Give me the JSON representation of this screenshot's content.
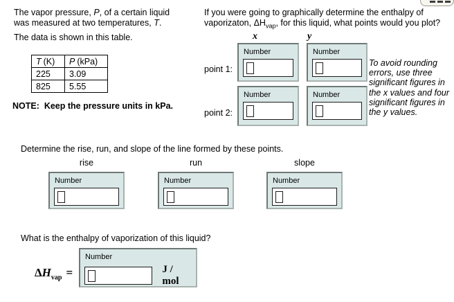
{
  "shared": {
    "number_label": "Number"
  },
  "intro": {
    "l1_pre": "The vapor pressure, ",
    "l1_var": "P",
    "l1_post": ", of a certain liquid",
    "l2_pre": "was measured at two temperatures, ",
    "l2_var": "T",
    "l2_post": ".",
    "table_caption": "The data is shown in this table."
  },
  "data_table": {
    "col1_sym": "T",
    "col1_unit": "(K)",
    "col2_sym": "P",
    "col2_unit": "(kPa)",
    "rows": [
      [
        "225",
        "3.09"
      ],
      [
        "825",
        "5.55"
      ]
    ]
  },
  "note": "NOTE:  Keep the pressure units in kPa.",
  "plot_q": {
    "line1": "If you were going to graphically determine the enthalpy of",
    "l2_pre": "vaporizaton, ",
    "l2_dh": "ΔH",
    "l2_sub": "vap",
    "l2_post": ", for this liquid, what points would you plot?",
    "x_header": "x",
    "y_header": "y",
    "point1": "point 1:",
    "point2": "point 2:",
    "side_note_lines": [
      "To avoid rounding",
      "errors, use three",
      "significant figures in",
      "the x values and four",
      "significant figures in",
      "the y values."
    ]
  },
  "slope_q": {
    "prompt": "Determine the rise, run, and slope of the line formed by these points.",
    "labels": [
      "rise",
      "run",
      "slope"
    ]
  },
  "enthalpy_q": {
    "prompt": "What is the enthalpy of vaporization of this liquid?",
    "delta": "Δ",
    "h": "H",
    "sub": "vap",
    "eq": "=",
    "unit": "J / mol"
  },
  "colors": {
    "widget_bg": "#d9e8e7",
    "widget_border_dark": "#6e7876",
    "widget_border_light": "#a8b2ae",
    "input_border": "#1b1b1b"
  }
}
